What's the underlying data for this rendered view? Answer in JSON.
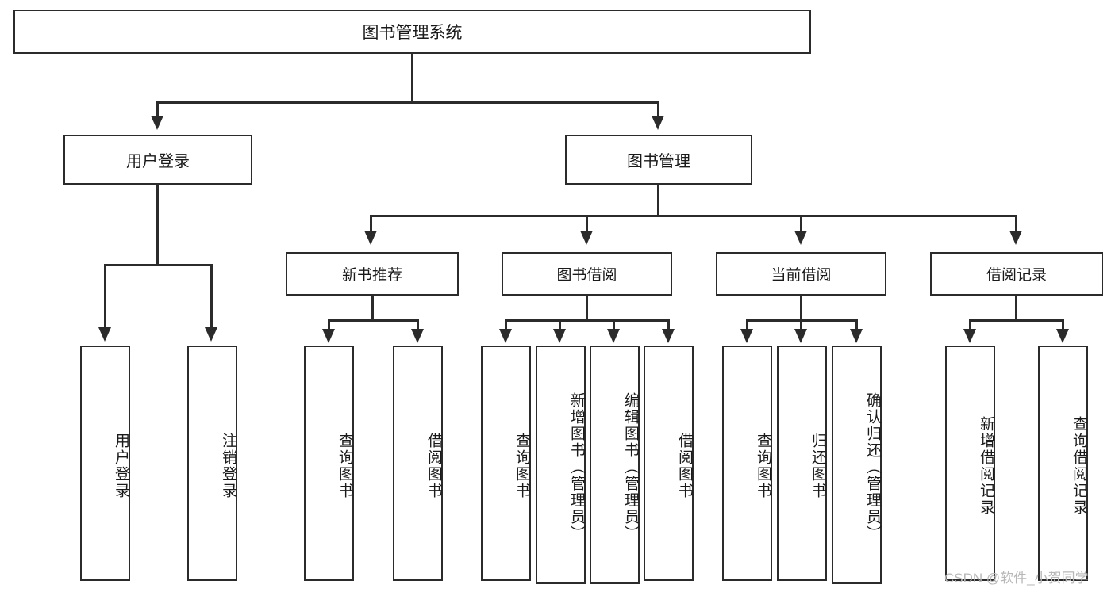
{
  "diagram": {
    "title": "图书管理系统",
    "type": "hierarchy-tree",
    "root": {
      "label": "图书管理系统"
    },
    "level1": [
      {
        "label": "用户登录"
      },
      {
        "label": "图书管理"
      }
    ],
    "level2": [
      {
        "label": "新书推荐"
      },
      {
        "label": "图书借阅"
      },
      {
        "label": "当前借阅"
      },
      {
        "label": "借阅记录"
      }
    ],
    "leaves": {
      "user_login": [
        {
          "label": "用户登录"
        },
        {
          "label": "注销登录"
        }
      ],
      "new_book_recommend": [
        {
          "label": "查询图书"
        },
        {
          "label": "借阅图书"
        }
      ],
      "book_borrow": [
        {
          "label": "查询图书"
        },
        {
          "label": "新增图书（管理员）"
        },
        {
          "label": "编辑图书（管理员）"
        },
        {
          "label": "借阅图书"
        }
      ],
      "current_borrow": [
        {
          "label": "查询图书"
        },
        {
          "label": "归还图书"
        },
        {
          "label": "确认归还（管理员）"
        }
      ],
      "borrow_record": [
        {
          "label": "新增借阅记录"
        },
        {
          "label": "查询借阅记录"
        }
      ]
    }
  },
  "watermark": {
    "text": "CSDN @软件_小贺同学"
  },
  "colors": {
    "stroke": "#2b2b2b",
    "background": "#ffffff",
    "text": "#1a1a1a",
    "watermark": "#b8b8b8"
  }
}
